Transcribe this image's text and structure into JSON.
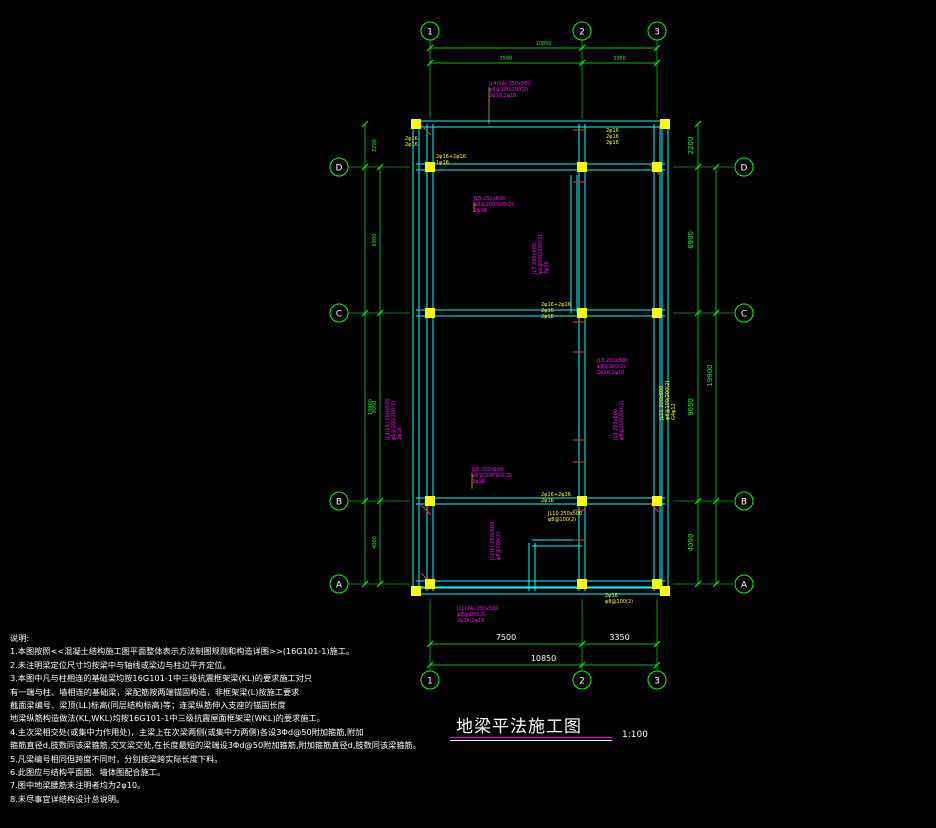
{
  "drawing": {
    "title": "地梁平法施工图",
    "scale": "1:100",
    "colors": {
      "background": "#000000",
      "axis_bubble": "#00ff00",
      "beam": "#00ffff",
      "column": "#ffff00",
      "dimension": "#00ff00",
      "annotation": "#ffff00",
      "span_annotation": "#ff00ff",
      "rebar": "#ff3030",
      "text": "#ffffff"
    },
    "axes_vertical": [
      "1",
      "2",
      "3"
    ],
    "axes_horizontal": [
      "D",
      "C",
      "B",
      "A"
    ],
    "dims_bottom": {
      "spans": [
        "7500",
        "3350"
      ],
      "total": "10850"
    },
    "dims_top": {
      "spans": [
        "7500",
        "3350"
      ],
      "total": "10850"
    },
    "dims_right": {
      "spans": [
        "2200",
        "6900",
        "9050",
        "4000"
      ],
      "total": "19900"
    },
    "dims_left": {
      "spans": [
        "2200",
        "6900",
        "9050",
        "4000"
      ],
      "total": "19900"
    },
    "beam_labels": {
      "top_span": [
        "JL4(1A) 250x500",
        "φ6@100/200(2)",
        "2φ16;2φ16"
      ],
      "d_left": [
        "2φ16",
        "2φ16"
      ],
      "d_mid": [
        "2φ16+2φ16",
        "1φ16"
      ],
      "d_right": [
        "2φ16",
        "2φ16",
        "2φ16"
      ],
      "c_span": [
        "JL5 250x600",
        "φ8@100/200(2)",
        "2φ16"
      ],
      "c_right": [
        "2φ16+2φ16",
        "2φ16",
        "2φ16"
      ],
      "b_span": [
        "JL6 250x600",
        "φ8@100/150(2)",
        "2φ16"
      ],
      "b_right": [
        "2φ16+2φ16",
        "2φ16"
      ],
      "a_span": [
        "JL1(2A) 250x500",
        "φ8@100(2)",
        "2φ16;2φ16"
      ],
      "a_right": [
        "2φ16",
        "φ8@100(2)"
      ],
      "col2_upper": [
        "JL7 200x600",
        "φ6@100/200(2)",
        "2φ16"
      ],
      "col2_lower": [
        "JL8 200x500",
        "φ8@100(2)",
        "2φ16;2φ16"
      ],
      "col3_label": [
        "JL9 250x600",
        "φ8@100/200(2)"
      ],
      "col1_label": [
        "JL3(1A) 250x500",
        "φ6@100/200(2)",
        "2φ16"
      ],
      "ab_mid": [
        "JL2(1) 250x600",
        "φ8@100(2)"
      ],
      "ab_inner": [
        "JL10 250x500",
        "φ8@100(2)"
      ],
      "c_right_span": [
        "JL11 200x600",
        "φ8@100/200(2)",
        "G4φ12"
      ]
    },
    "notes": [
      "说明:",
      "1.本图按照<<混凝土结构施工图平面整体表示方法制图规则和构造详图>>(16G101-1)施工。",
      "2.未注明梁定位尺寸均按梁中与轴线或梁边与柱边平齐定位。",
      "3.本图中凡与柱相连的基础梁均按16G101-1中三级抗震框架梁(KL)的要求施工对只",
      "有一端与柱、墙相连的基础梁，梁配筋按两端锚固构造，非框架梁(L)按施工要求",
      "截面梁编号、梁顶(LL)标高(同层结构标高)等；连梁纵筋伸入支座的锚固长度",
      "地梁纵筋构造做法(KL,WKL)均按16G101-1中三级抗震屋面框架梁(WKL)的要求施工。",
      "4.主次梁相交处(或集中力作用处)，主梁上在次梁两侧(或集中力两侧)各设3Φd@50附加箍筋,附加",
      "箍筋直径d,肢数同该梁箍筋,交叉梁交处,在长度最短的梁端设3Φd@50附加箍筋,附加箍筋直径d,肢数同该梁箍筋。",
      "5.凡梁编号相同但跨度不同时，分别按梁跨实际长度下料。",
      "6.此图应与结构平面图、墙体图配合施工。",
      "7.图中地梁腰筋未注明者均为2φ10。",
      "8.未尽事宜详结构设计总说明。"
    ]
  }
}
